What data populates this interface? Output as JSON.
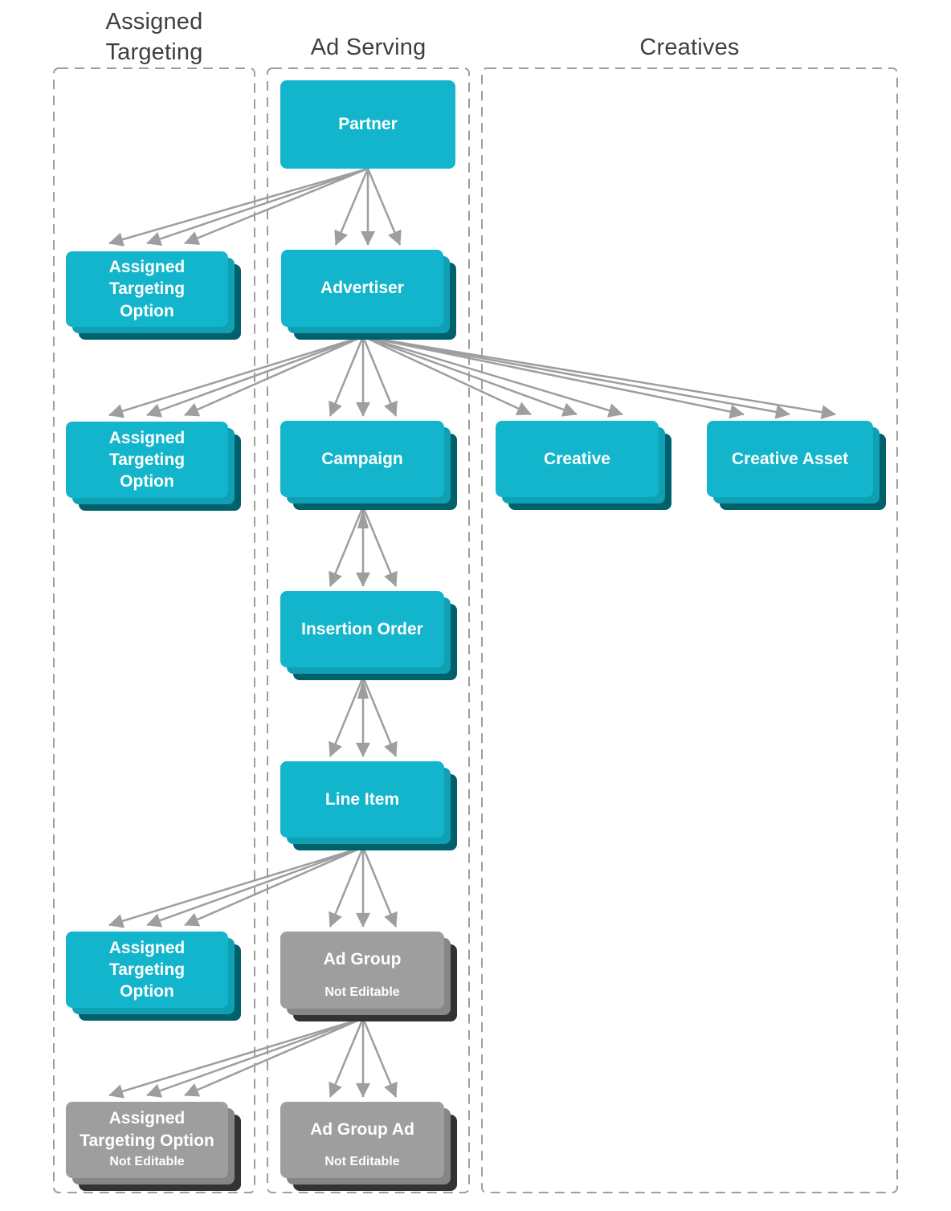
{
  "diagram": {
    "columns": [
      {
        "id": "assigned-targeting",
        "title": "Assigned\nTargeting"
      },
      {
        "id": "ad-serving",
        "title": "Ad Serving"
      },
      {
        "id": "creatives",
        "title": "Creatives"
      }
    ],
    "nodes": {
      "partner": {
        "label": "Partner"
      },
      "ato_partner": {
        "label": "Assigned\nTargeting\nOption"
      },
      "advertiser": {
        "label": "Advertiser"
      },
      "ato_advertiser": {
        "label": "Assigned\nTargeting\nOption"
      },
      "campaign": {
        "label": "Campaign"
      },
      "creative": {
        "label": "Creative"
      },
      "creative_asset": {
        "label": "Creative Asset"
      },
      "insertion_order": {
        "label": "Insertion Order"
      },
      "line_item": {
        "label": "Line Item"
      },
      "ato_line_item": {
        "label": "Assigned\nTargeting\nOption"
      },
      "ad_group": {
        "label": "Ad Group",
        "sublabel": "Not Editable"
      },
      "ato_ad_group": {
        "label": "Assigned\nTargeting Option",
        "sublabel": "Not Editable"
      },
      "ad_group_ad": {
        "label": "Ad Group Ad",
        "sublabel": "Not Editable"
      }
    },
    "edges": [
      {
        "from": "partner",
        "to": "ato_partner"
      },
      {
        "from": "partner",
        "to": "advertiser"
      },
      {
        "from": "advertiser",
        "to": "ato_advertiser"
      },
      {
        "from": "advertiser",
        "to": "campaign"
      },
      {
        "from": "advertiser",
        "to": "creative"
      },
      {
        "from": "advertiser",
        "to": "creative_asset"
      },
      {
        "from": "campaign",
        "to": "insertion_order",
        "bidirectional": true
      },
      {
        "from": "insertion_order",
        "to": "line_item",
        "bidirectional": true
      },
      {
        "from": "line_item",
        "to": "ato_line_item"
      },
      {
        "from": "line_item",
        "to": "ad_group"
      },
      {
        "from": "ad_group",
        "to": "ato_ad_group"
      },
      {
        "from": "ad_group",
        "to": "ad_group_ad"
      }
    ],
    "colors": {
      "box_cyan": "#12B5CB",
      "box_cyan_layer2": "#0FA0B4",
      "box_cyan_layer3": "#00616C",
      "box_gray": "#9E9E9E",
      "box_gray_layer2": "#868686",
      "box_gray_layer3": "#333333",
      "arrow": "#9E9E9E",
      "dashed_border": "#9E9E9E",
      "title_text": "#3F3F3F",
      "box_text": "#FFFFFF"
    }
  }
}
